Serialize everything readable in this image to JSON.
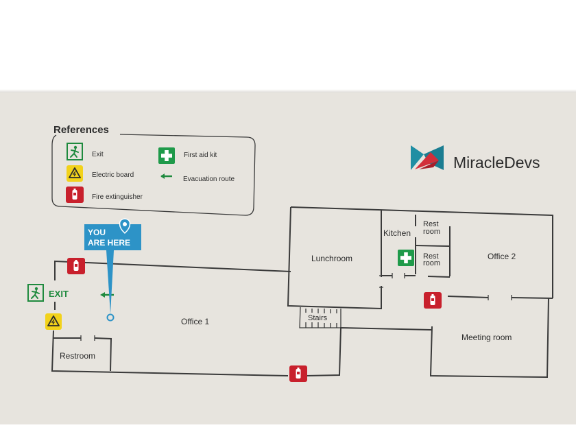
{
  "references": {
    "title": "References",
    "items": [
      {
        "icon": "exit-icon",
        "label": "Exit"
      },
      {
        "icon": "electric-board-icon",
        "label": "Electric board"
      },
      {
        "icon": "fire-extinguisher-icon",
        "label": "Fire extinguisher"
      },
      {
        "icon": "first-aid-icon",
        "label": "First aid kit"
      },
      {
        "icon": "evacuation-arrow-icon",
        "label": "Evacuation route"
      }
    ]
  },
  "brand": {
    "name": "MiracleDevs"
  },
  "you_are_here": {
    "line1": "YOU",
    "line2": "ARE HERE"
  },
  "exit_sign": {
    "label": "EXIT"
  },
  "rooms": {
    "office1": "Office 1",
    "lunchroom": "Lunchroom",
    "kitchen": "Kitchen",
    "rest_room_top": {
      "line1": "Rest",
      "line2": "room"
    },
    "rest_room_bottom": {
      "line1": "Rest",
      "line2": "room"
    },
    "office2": "Office 2",
    "meeting_room": "Meeting room",
    "restroom": "Restroom",
    "stairs": "Stairs"
  },
  "colors": {
    "board": "#e7e4de",
    "exit_green": "#1f8a3e",
    "aid_green": "#1f9a4a",
    "warning_yellow": "#f2d21b",
    "extinguisher_red": "#c8202c",
    "marker_blue": "#2d93c7",
    "brand_teal": "#1f8ea3",
    "brand_red": "#d22e3a"
  }
}
